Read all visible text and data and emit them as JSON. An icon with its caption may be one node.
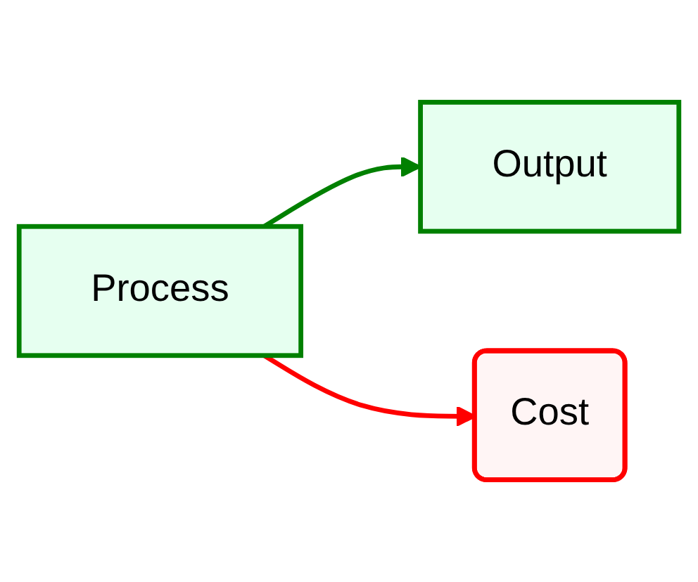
{
  "diagram": {
    "nodes": [
      {
        "text": [
          "Process"
        ]
      },
      {
        "text": [
          "Output"
        ]
      },
      {
        "text": [
          "Cost"
        ]
      }
    ],
    "edges": [
      {
        "from": 0,
        "to": 1,
        "arrow": "to",
        "color": "#008000"
      },
      {
        "from": 0,
        "to": 2,
        "arrow": "to",
        "color": "#ff0000"
      }
    ]
  }
}
